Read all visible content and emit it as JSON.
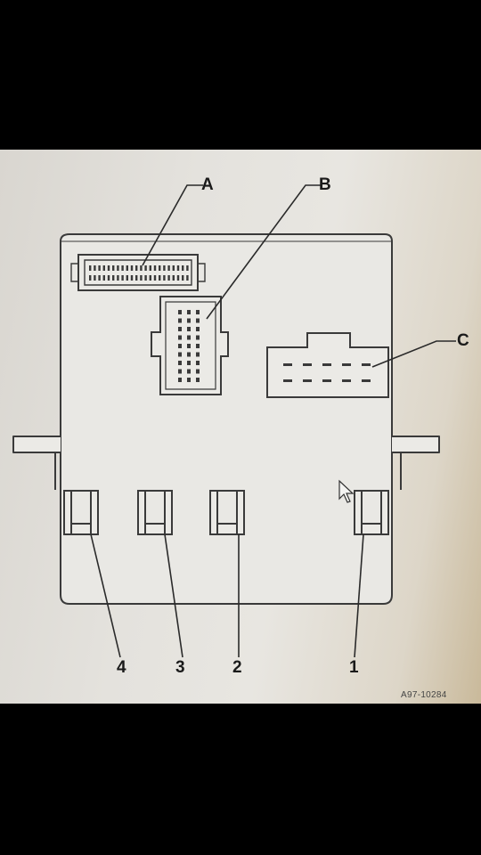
{
  "callouts": {
    "A": "A",
    "B": "B",
    "C": "C",
    "n1": "1",
    "n2": "2",
    "n3": "3",
    "n4": "4"
  },
  "figure_code": "A97-10284",
  "colors": {
    "line": "#3a3a3a",
    "paper": "#e6e4df",
    "background": "#000000"
  }
}
